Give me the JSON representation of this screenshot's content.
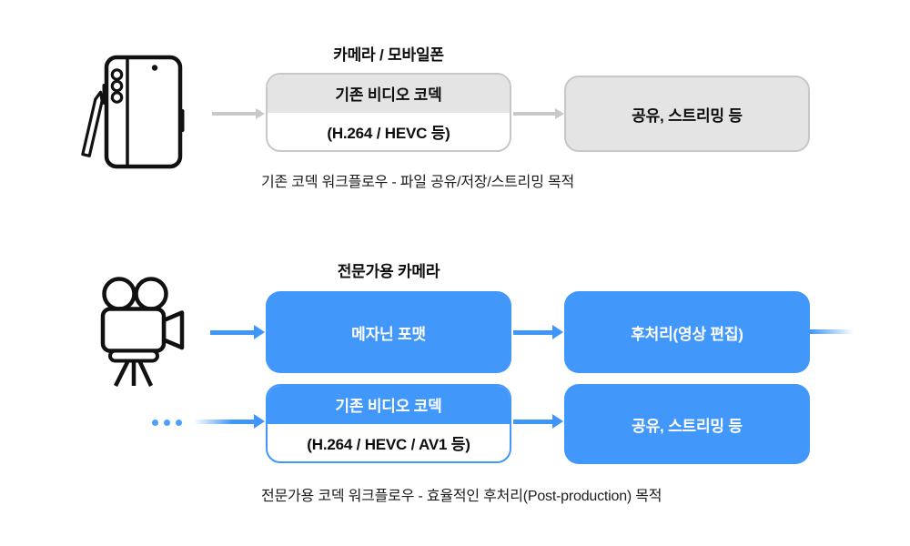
{
  "colors": {
    "accent_blue": "#4297fa",
    "arrow_blue": "#3e96fa",
    "dot_blue": "#4aa0fc",
    "box_gray_fill": "#e5e4e4",
    "box_gray_border": "#c7c7c7",
    "arrow_gray": "#c8c8c8",
    "text_dark": "#0d0d0d",
    "background": "#ffffff"
  },
  "icons": {
    "top_source": "smartphone-with-stylus-icon",
    "bottom_source": "movie-camera-icon",
    "ellipsis": "ellipsis-dots-icon"
  },
  "top_flow": {
    "title": "카메라 / 모바일폰",
    "codec_box": {
      "line1": "기존 비디오 코덱",
      "line2": "(H.264 / HEVC 등)"
    },
    "output_box": "공유, 스트리밍 등",
    "caption": "기존 코덱 워크플로우 - 파일 공유/저장/스트리밍 목적"
  },
  "bottom_flow": {
    "title": "전문가용 카메라",
    "mezzanine_box": "메자닌 포맷",
    "postprocess_box": "후처리(영상 편집)",
    "codec_box": {
      "line1": "기존 비디오 코덱",
      "line2": "(H.264 / HEVC / AV1 등)"
    },
    "output_box": "공유, 스트리밍 등",
    "caption": "전문가용 코덱 워크플로우 - 효율적인 후처리(Post-production) 목적"
  }
}
